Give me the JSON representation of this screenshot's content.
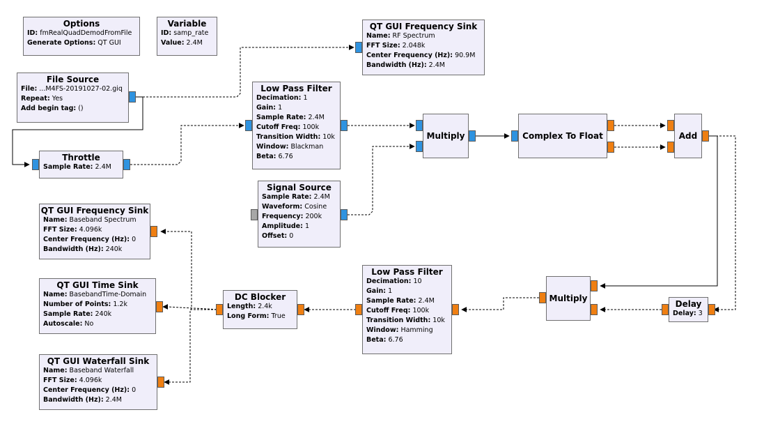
{
  "colors": {
    "complex_port": "#2f93e0",
    "float_port": "#ef7f12",
    "disabled_port": "#a7a7a7",
    "block_fill": "#f0eefa"
  },
  "options": {
    "title": "Options",
    "id_label": "ID:",
    "id_value": "fmRealQuadDemodFromFile",
    "gen_label": "Generate Options:",
    "gen_value": "QT GUI"
  },
  "variable": {
    "title": "Variable",
    "id_label": "ID:",
    "id_value": "samp_rate",
    "value_label": "Value:",
    "value_value": "2.4M"
  },
  "file_source": {
    "title": "File Source",
    "file_label": "File:",
    "file_value": "...M4FS-20191027-02.giq",
    "repeat_label": "Repeat:",
    "repeat_value": "Yes",
    "tag_label": "Add begin tag:",
    "tag_value": "()"
  },
  "throttle": {
    "title": "Throttle",
    "rate_label": "Sample Rate:",
    "rate_value": "2.4M"
  },
  "freq_sink_rf": {
    "title": "QT GUI Frequency Sink",
    "name_label": "Name:",
    "name_value": "RF Spectrum",
    "fft_label": "FFT Size:",
    "fft_value": "2.048k",
    "cf_label": "Center Frequency (Hz):",
    "cf_value": "90.9M",
    "bw_label": "Bandwidth (Hz):",
    "bw_value": "2.4M"
  },
  "lpf1": {
    "title": "Low Pass Filter",
    "dec_label": "Decimation:",
    "dec_value": "1",
    "gain_label": "Gain:",
    "gain_value": "1",
    "rate_label": "Sample Rate:",
    "rate_value": "2.4M",
    "cut_label": "Cutoff Freq:",
    "cut_value": "100k",
    "tw_label": "Transition Width:",
    "tw_value": "10k",
    "win_label": "Window:",
    "win_value": "Blackman",
    "beta_label": "Beta:",
    "beta_value": "6.76"
  },
  "multiply1": {
    "title": "Multiply"
  },
  "c2f": {
    "title": "Complex To Float"
  },
  "add": {
    "title": "Add"
  },
  "signal_source": {
    "title": "Signal Source",
    "rate_label": "Sample Rate:",
    "rate_value": "2.4M",
    "wave_label": "Waveform:",
    "wave_value": "Cosine",
    "freq_label": "Frequency:",
    "freq_value": "200k",
    "amp_label": "Amplitude:",
    "amp_value": "1",
    "off_label": "Offset:",
    "off_value": "0"
  },
  "freq_sink_bb": {
    "title": "QT GUI Frequency Sink",
    "name_label": "Name:",
    "name_value": "Baseband Spectrum",
    "fft_label": "FFT Size:",
    "fft_value": "4.096k",
    "cf_label": "Center Frequency (Hz):",
    "cf_value": "0",
    "bw_label": "Bandwidth (Hz):",
    "bw_value": "240k"
  },
  "time_sink": {
    "title": "QT GUI Time Sink",
    "name_label": "Name:",
    "name_value": "BasebandTime-Domain",
    "np_label": "Number of Points:",
    "np_value": "1.2k",
    "rate_label": "Sample Rate:",
    "rate_value": "240k",
    "auto_label": "Autoscale:",
    "auto_value": "No"
  },
  "waterfall": {
    "title": "QT GUI Waterfall Sink",
    "name_label": "Name:",
    "name_value": "Baseband Waterfall",
    "fft_label": "FFT Size:",
    "fft_value": "4.096k",
    "cf_label": "Center Frequency (Hz):",
    "cf_value": "0",
    "bw_label": "Bandwidth (Hz):",
    "bw_value": "2.4M"
  },
  "dc_blocker": {
    "title": "DC Blocker",
    "len_label": "Length:",
    "len_value": "2.4k",
    "lf_label": "Long Form:",
    "lf_value": "True"
  },
  "lpf2": {
    "title": "Low Pass Filter",
    "dec_label": "Decimation:",
    "dec_value": "10",
    "gain_label": "Gain:",
    "gain_value": "1",
    "rate_label": "Sample Rate:",
    "rate_value": "2.4M",
    "cut_label": "Cutoff Freq:",
    "cut_value": "100k",
    "tw_label": "Transition Width:",
    "tw_value": "10k",
    "win_label": "Window:",
    "win_value": "Hamming",
    "beta_label": "Beta:",
    "beta_value": "6.76"
  },
  "multiply2": {
    "title": "Multiply"
  },
  "delay": {
    "title": "Delay",
    "delay_label": "Delay:",
    "delay_value": "3"
  }
}
